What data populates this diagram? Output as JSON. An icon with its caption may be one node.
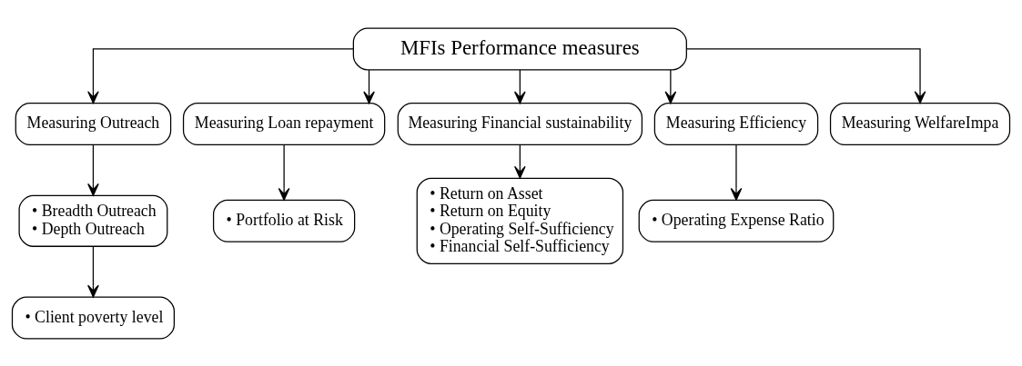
{
  "diagram": {
    "nodes": [
      {
        "text": [
          "MFIs Performance measures"
        ]
      },
      {
        "text": [
          "Measuring Outreach"
        ]
      },
      {
        "text": [
          "Measuring Loan repayment"
        ]
      },
      {
        "text": [
          "Measuring Financial sustainability"
        ]
      },
      {
        "text": [
          "Measuring Efficiency"
        ]
      },
      {
        "text": [
          "Measuring WelfareImpa"
        ]
      },
      {
        "text": [
          "• Breadth Outreach",
          "• Depth Outreach"
        ]
      },
      {
        "text": [
          "• Client poverty level"
        ]
      },
      {
        "text": [
          "• Portfolio at Risk"
        ]
      },
      {
        "text": [
          "• Return on Asset",
          "• Return on Equity",
          "• Operating Self-Sufficiency",
          "• Financial Self-Sufficiency"
        ]
      },
      {
        "text": [
          "• Operating Expense Ratio"
        ]
      }
    ],
    "edges": [
      {
        "from": 0,
        "to": 1,
        "arrow": "to"
      },
      {
        "from": 0,
        "to": 2,
        "arrow": "to"
      },
      {
        "from": 0,
        "to": 3,
        "arrow": "to"
      },
      {
        "from": 0,
        "to": 4,
        "arrow": "to"
      },
      {
        "from": 0,
        "to": 5,
        "arrow": "to"
      },
      {
        "from": 1,
        "to": 6,
        "arrow": "to"
      },
      {
        "from": 6,
        "to": 7,
        "arrow": "to"
      },
      {
        "from": 2,
        "to": 8,
        "arrow": "to"
      },
      {
        "from": 3,
        "to": 9,
        "arrow": "to"
      },
      {
        "from": 4,
        "to": 10,
        "arrow": "to"
      }
    ]
  }
}
